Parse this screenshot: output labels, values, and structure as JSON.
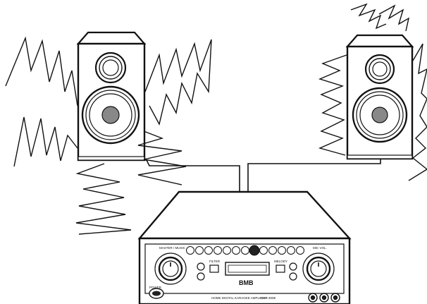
{
  "diagram": {
    "components": [
      {
        "id": "left-speaker",
        "icon": "speaker-icon"
      },
      {
        "id": "right-speaker",
        "icon": "speaker-icon"
      },
      {
        "id": "amplifier",
        "icon": "amplifier-icon"
      }
    ],
    "connections": [
      {
        "from": "amplifier",
        "to": "left-speaker"
      },
      {
        "from": "amplifier",
        "to": "right-speaker"
      }
    ],
    "amplifier_panel": {
      "brand": "BMB",
      "model_text": "HOME DIGITAL KARAOKE AMPLIFIER",
      "model_code": "DAR-300E",
      "left_section_label": "MASTER / MUSIC",
      "right_section_label": "MIC VOL.",
      "tone_left_label": "FILTER",
      "tone_right_label": "MELODY",
      "power_label": "POWER"
    },
    "colors": {
      "line": "#111111",
      "woofer_cap": "#888888",
      "background": "#ffffff"
    }
  }
}
